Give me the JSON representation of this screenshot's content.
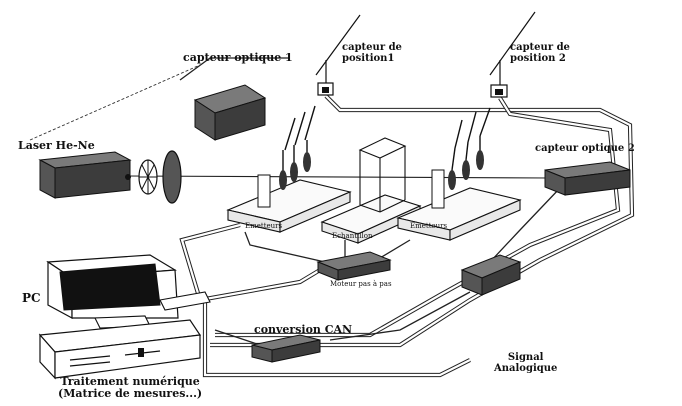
{
  "labels": {
    "laser": "Laser He-Ne",
    "optical_sensor_1": "capteur optique 1",
    "position_sensor_1": [
      "capteur de",
      "position1"
    ],
    "position_sensor_2": [
      "capteur de",
      "position 2"
    ],
    "optical_sensor_2": "capteur optique 2",
    "pc": "PC",
    "can_conversion": "conversion CAN",
    "analog_signal": [
      "Signal",
      "Analogique"
    ],
    "digital_processing": [
      "Traitement numérique",
      "(Matrice de mesures...)"
    ],
    "stage_left": "Emetteurs",
    "stage_middle": "Echantillon",
    "stage_right": "Emetteurs",
    "stepper_control": "Moteur pas à pas"
  },
  "colors": {
    "ink": "#111111",
    "box_dark": "#3c3c3c",
    "box_mid": "#555555",
    "box_light": "#7a7a7a",
    "paper": "#ffffff"
  }
}
